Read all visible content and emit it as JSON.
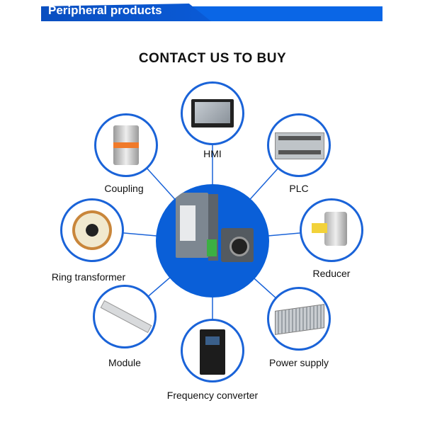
{
  "header": {
    "title": "Peripheral products",
    "colors": {
      "dark": "#0a4fc0",
      "bright": "#0a66e6"
    }
  },
  "headline": "CONTACT US TO BUY",
  "center": {
    "image": "stepper-driver-and-motor"
  },
  "products": [
    {
      "id": "hmi",
      "label": "HMI",
      "icon": "hmi-touchscreen"
    },
    {
      "id": "plc",
      "label": "PLC",
      "icon": "plc-module"
    },
    {
      "id": "coupling",
      "label": "Coupling",
      "icon": "shaft-coupling"
    },
    {
      "id": "ring-transformer",
      "label": "Ring transformer",
      "icon": "toroidal-transformer"
    },
    {
      "id": "reducer",
      "label": "Reducer",
      "icon": "planetary-gearbox"
    },
    {
      "id": "module",
      "label": "Module",
      "icon": "linear-module"
    },
    {
      "id": "power-supply",
      "label": "Power supply",
      "icon": "switching-power-supply"
    },
    {
      "id": "frequency-converter",
      "label": "Frequency converter",
      "icon": "inverter"
    }
  ]
}
